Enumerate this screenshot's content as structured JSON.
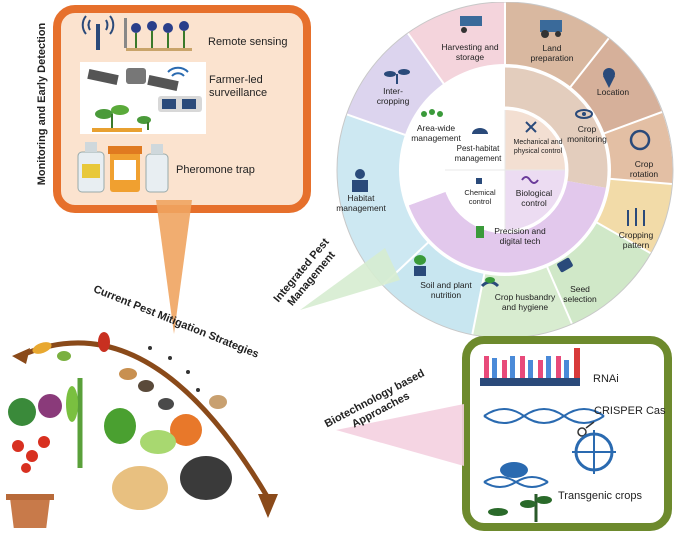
{
  "monitoring": {
    "title": "Monitoring and Early Detection",
    "items": [
      "Remote sensing",
      "Farmer-led surveillance",
      "Pheromone trap"
    ]
  },
  "ipm": {
    "title": "Integrated Pest Management",
    "outer_ring": [
      "Harvesting and storage",
      "Land preparation",
      "Location",
      "Crop rotation",
      "Cropping pattern",
      "Seed selection",
      "Crop husbandry and hygiene",
      "Soil and plant nutrition",
      "Habitat management",
      "Inter-cropping"
    ],
    "middle_ring": [
      "Area-wide management",
      "Crop monitoring",
      "Precision and digital tech"
    ],
    "inner_ring": [
      "Pest-habitat management",
      "Mechanical and physical control",
      "Biological control",
      "Chemical control"
    ]
  },
  "current": {
    "title": "Current Pest Mitigation Strategies"
  },
  "biotech": {
    "title": "Biotechnology based Approaches",
    "items": [
      "RNAi",
      "CRISPER Cas",
      "Transgenic crops"
    ]
  },
  "colors": {
    "orange_border": "#e6702c",
    "orange_fill": "#fbe3cf",
    "green_border": "#6d8a2d",
    "brown_arrow": "#8a4a1a"
  }
}
